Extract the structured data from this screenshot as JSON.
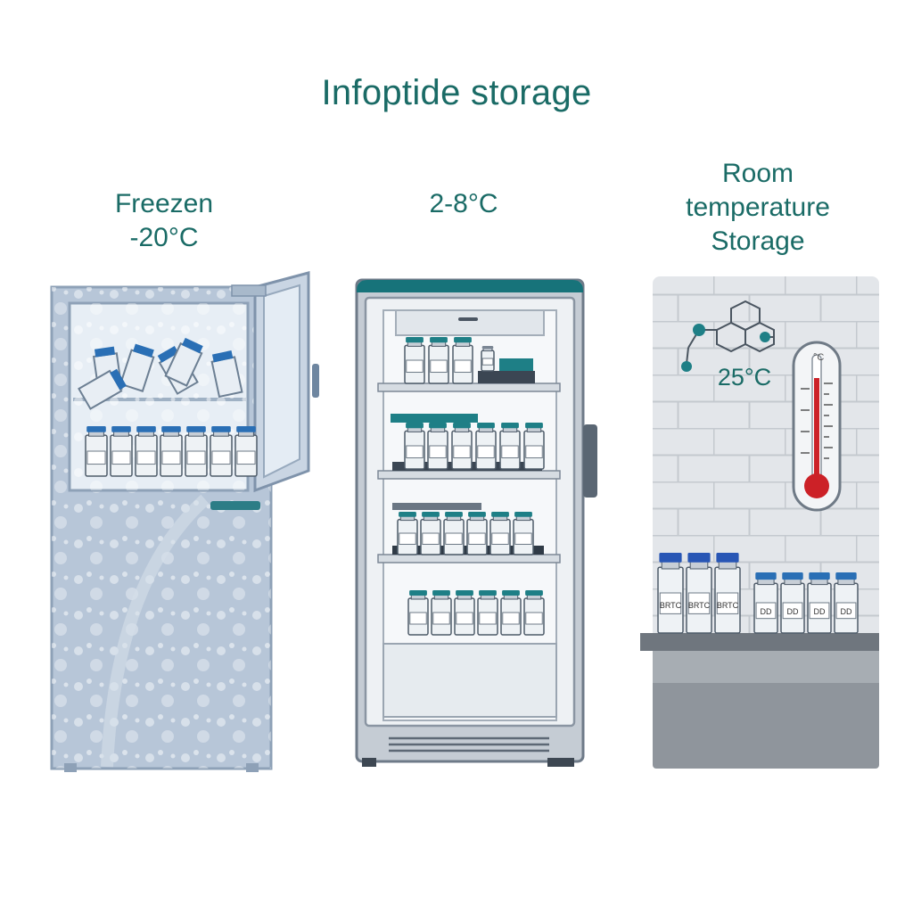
{
  "title": "Infoptide storage",
  "freezer": {
    "label_line1": "Freezen",
    "label_line2": "-20°C"
  },
  "fridge": {
    "label": "2-8°C"
  },
  "room": {
    "label_line1": "Room",
    "label_line2": "temperature",
    "label_line3": "Storage",
    "temperature": "25°C",
    "thermometer_unit": "°C",
    "vial_labels": [
      "BRTC",
      "BRTC",
      "BRTC",
      "DD",
      "DD",
      "DD",
      "DD"
    ]
  },
  "colors": {
    "accent": "#1a6b66",
    "teal": "#17737a",
    "vial_cap_blue": "#2a6fb5",
    "vial_cap_teal": "#1e7f86",
    "thermometer_red": "#cc2127"
  },
  "icons": [
    "molecule-icon",
    "thermometer-icon"
  ]
}
